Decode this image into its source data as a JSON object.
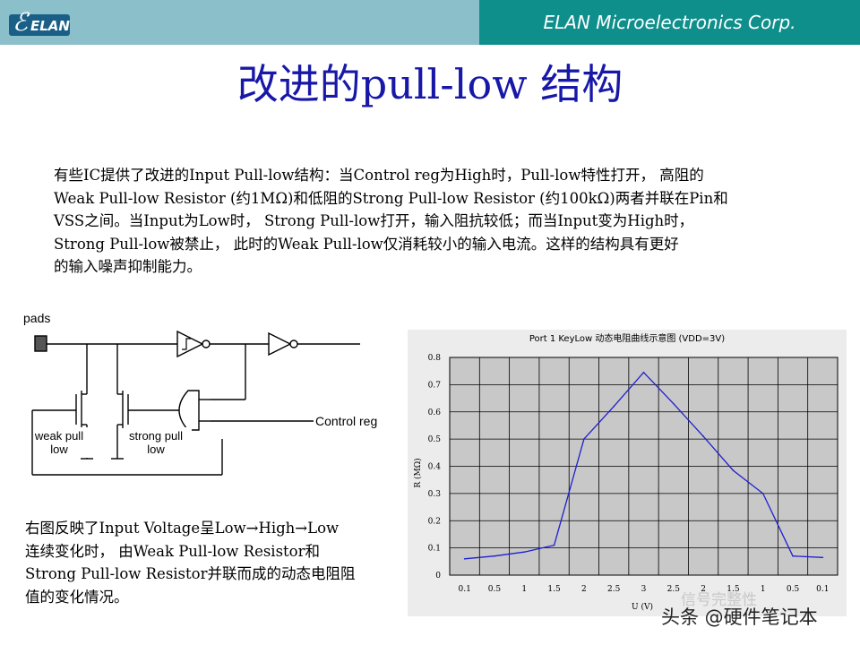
{
  "header": {
    "logo_text": "ELAN",
    "company": "ELAN Microelectronics Corp."
  },
  "slide": {
    "title": "改进的pull-low 结构",
    "paragraph_lines": [
      "有些IC提供了改进的Input  Pull-low结构：当Control reg为High时，Pull-low特性打开， 高阻的",
      "Weak  Pull-low Resistor (约1MΩ)和低阻的Strong  Pull-low Resistor (约100kΩ)两者并联在Pin和",
      "VSS之间。当Input为Low时， Strong  Pull-low打开，输入阻抗较低；而当Input变为High时，",
      "Strong Pull-low被禁止， 此时的Weak  Pull-low仅消耗较小的输入电流。这样的结构具有更好",
      "的输入噪声抑制能力。"
    ],
    "note_lines": [
      "右图反映了Input  Voltage呈Low→High→Low",
      "连续变化时， 由Weak  Pull-low Resistor和",
      "Strong Pull-low Resistor并联而成的动态电阻阻",
      "值的变化情况。"
    ]
  },
  "circuit": {
    "pads_label": "pads",
    "weak_label_1": "weak pull",
    "weak_label_2": "low",
    "strong_label_1": "strong pull",
    "strong_label_2": "low",
    "control_label": "Control reg"
  },
  "chart_data": {
    "type": "line",
    "title": "Port 1 KeyLow 动态电阻曲线示意图 (VDD=3V)",
    "xlabel": "U (V)",
    "ylabel": "R (MΩ)",
    "categories": [
      "0.1",
      "0.5",
      "1",
      "1.5",
      "2",
      "2.5",
      "3",
      "2.5",
      "2",
      "1.5",
      "1",
      "0.5",
      "0.1"
    ],
    "values": [
      0.06,
      0.07,
      0.085,
      0.11,
      0.5,
      0.62,
      0.745,
      0.63,
      0.51,
      0.385,
      0.3,
      0.07,
      0.065
    ],
    "ylim": [
      0,
      0.8
    ],
    "yticks": [
      "0",
      "0.1",
      "0.2",
      "0.3",
      "0.4",
      "0.5",
      "0.6",
      "0.7",
      "0.8"
    ],
    "grid": true,
    "line_color": "#1f1fcf",
    "plot_background": "#c8c8c8",
    "frame_background": "#ececec"
  },
  "watermark": {
    "text": "头条 @硬件笔记本",
    "ghost_text": "信号完整性"
  }
}
